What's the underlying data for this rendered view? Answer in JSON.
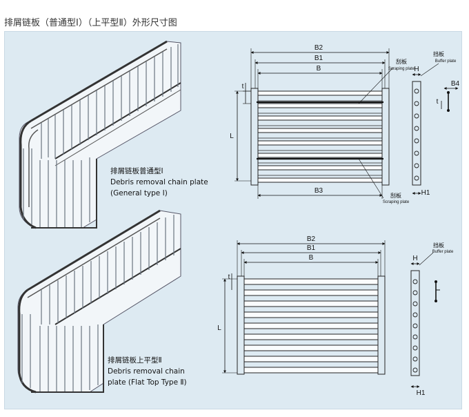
{
  "title": "排屑链板（普通型Ⅰ）（上平型Ⅱ）外形尺寸图",
  "type1": {
    "caption_cn": "排屑链板普通型Ⅰ",
    "caption_en1": "Debris removal chain plate",
    "caption_en2": "(General type Ⅰ)"
  },
  "type2": {
    "caption_cn": "排屑链板上平型Ⅱ",
    "caption_en1": "Debris removal chain",
    "caption_en2": "plate (Flat Top Type Ⅱ)"
  },
  "dims": {
    "b2": "B2",
    "b1": "B1",
    "b": "B",
    "b3": "B3",
    "b4": "B4",
    "l": "L",
    "t": "t",
    "h": "H",
    "h1": "H1"
  },
  "labels": {
    "scraping_cn": "刮板",
    "scraping_en": "Scraping plate",
    "buffer_cn": "挡板",
    "buffer_en": "Buffer plate"
  }
}
